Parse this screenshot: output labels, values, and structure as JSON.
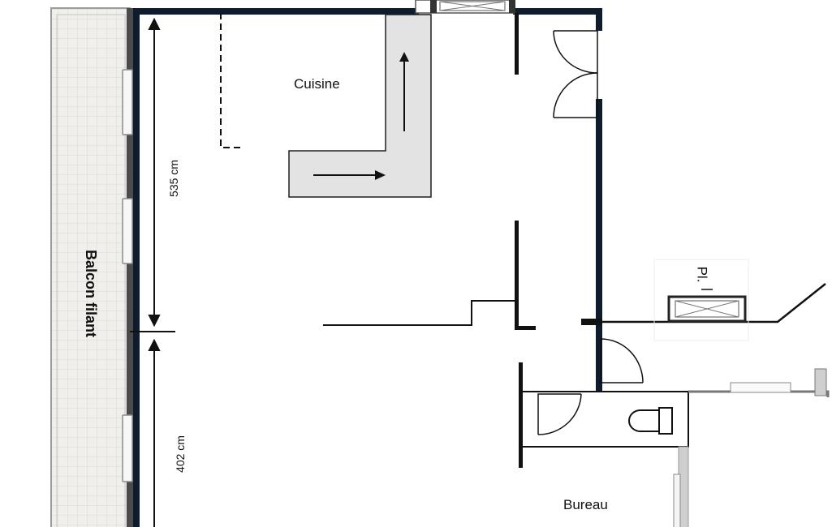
{
  "rooms": {
    "kitchen": "Cuisine",
    "office": "Bureau",
    "closet": "Pl."
  },
  "balcony": "Balcon filant",
  "dimensions": {
    "upper": "535 cm",
    "lower": "402 cm"
  },
  "colors": {
    "wall": "#0e1c2e",
    "counter": "#e3e3e3",
    "balcony_tile": "#f1efec",
    "balcony_border": "#9a9a9a"
  }
}
